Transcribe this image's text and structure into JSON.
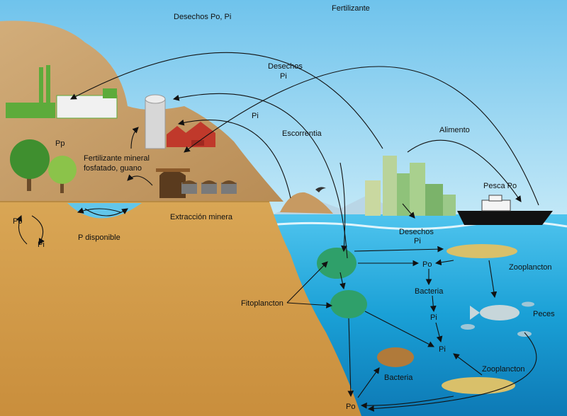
{
  "labels": {
    "desechos_po_pi": "Desechos Po,  Pi",
    "fertilizante": "Fertilizante",
    "desechos": "Desechos",
    "desechos_pi": "Pi",
    "pi_land": "Pi",
    "escorrentia": "Escorrentia",
    "alimento": "Alimento",
    "pp": "Pp",
    "fert_line1": "Fertilizante mineral",
    "fert_line2": "fosfatado, guano",
    "extraccion": "Extracción minera",
    "p_disponible": "P disponible",
    "po_land": "Po",
    "pi_land2": "Pi",
    "pesca": "Pesca Po",
    "desechos_city": "Desechos",
    "desechos_city_pi": "Pi",
    "po_water": "Po",
    "zooplancton_top": "Zooplancton",
    "bacteria_water": "Bacteria",
    "pi_water": "Pi",
    "fitoplancton": "Fitoplancton",
    "peces": "Peces",
    "pi_deep": "Pi",
    "bacteria_deep": "Bacteria",
    "zooplancton_bottom": "Zooplancton",
    "po_bottom": "Po"
  },
  "colors": {
    "sky": "#8fd0ef",
    "ocean": "#1ba3d8",
    "ground": "#d8a85a",
    "cliff": "#cfa066",
    "phytoplankton": "#2fa06a",
    "zooplankton": "#d9c06a",
    "bacteria": "#b07a3a"
  }
}
